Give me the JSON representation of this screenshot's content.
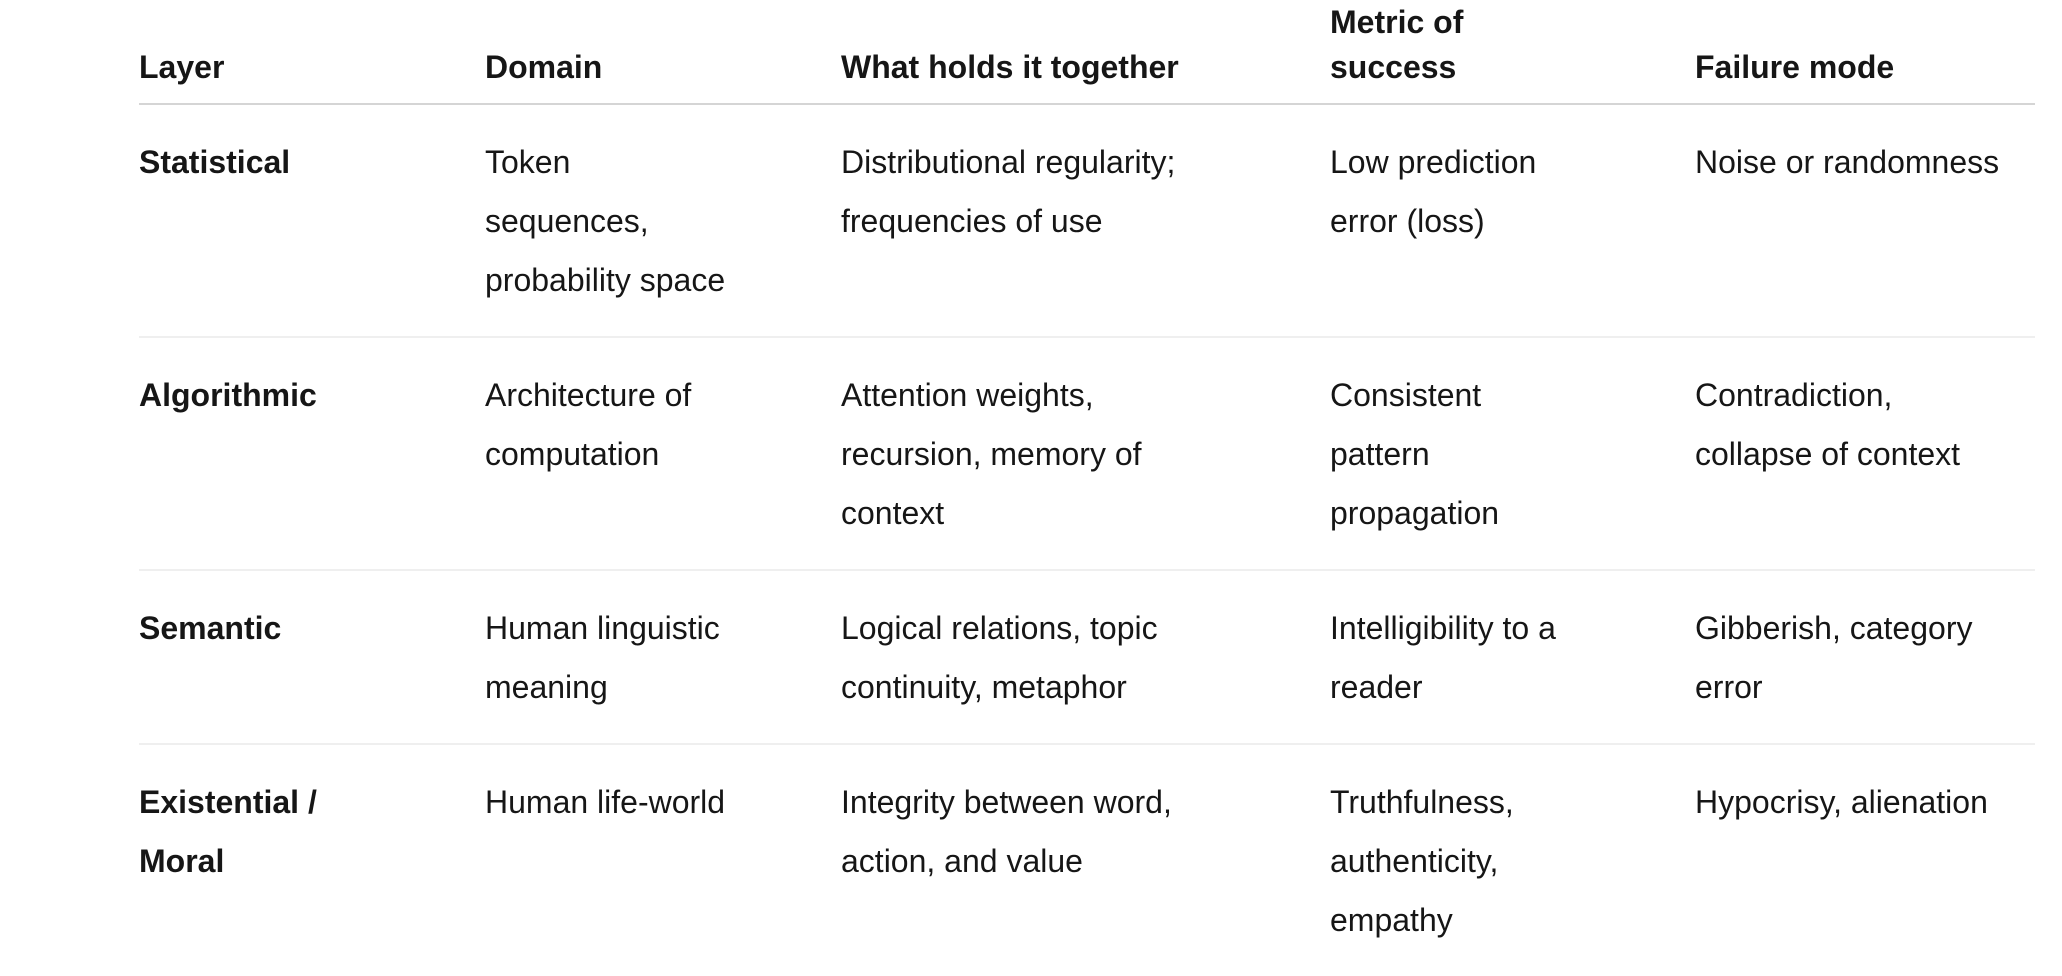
{
  "table": {
    "columns": {
      "layer": "Layer",
      "domain": "Domain",
      "holds": "What holds it together",
      "metric": "Metric of\nsuccess",
      "failure": "Failure mode"
    },
    "rows": [
      {
        "layer": "Statistical",
        "domain": "Token\nsequences,\nprobability space",
        "holds": "Distributional regularity;\nfrequencies of use",
        "metric": "Low prediction\nerror (loss)",
        "failure": "Noise or randomness"
      },
      {
        "layer": "Algorithmic",
        "domain": "Architecture of\ncomputation",
        "holds": "Attention weights,\nrecursion, memory of\ncontext",
        "metric": "Consistent\npattern\npropagation",
        "failure": "Contradiction,\ncollapse of context"
      },
      {
        "layer": "Semantic",
        "domain": "Human linguistic\nmeaning",
        "holds": "Logical relations, topic\ncontinuity, metaphor",
        "metric": "Intelligibility to a\nreader",
        "failure": "Gibberish, category\nerror"
      },
      {
        "layer": "Existential /\nMoral",
        "domain": "Human life-world",
        "holds": "Integrity between word,\naction, and value",
        "metric": "Truthfulness,\nauthenticity,\nempathy",
        "failure": "Hypocrisy, alienation"
      }
    ]
  },
  "colors": {
    "background": "#ffffff",
    "text": "#161616",
    "header_divider": "#d5d5d5",
    "row_divider": "#efefef"
  }
}
